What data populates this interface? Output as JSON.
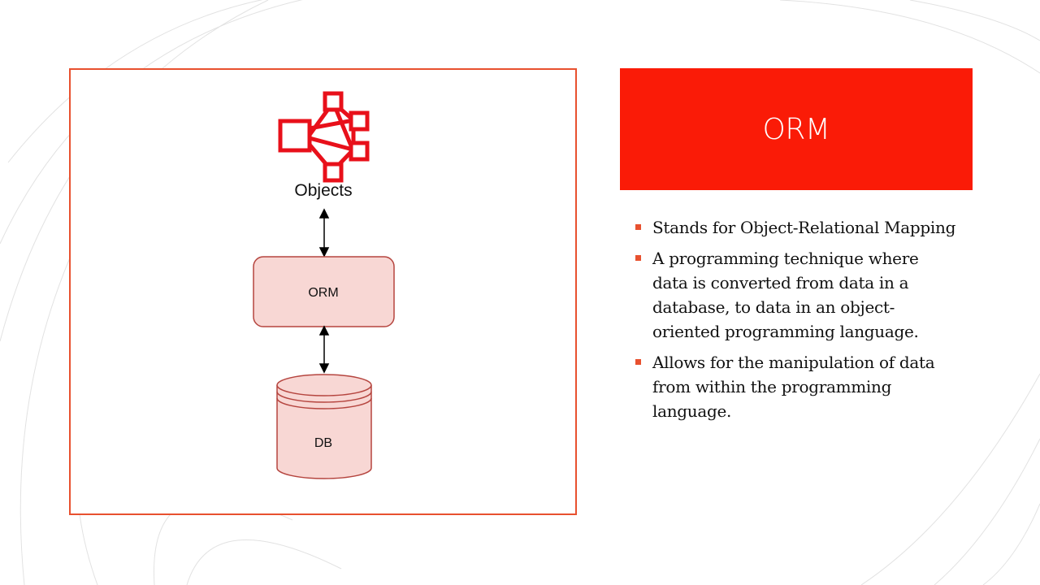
{
  "slide": {
    "title": "ORM",
    "bullets": [
      "Stands for Object-Relational Mapping",
      "A programming technique where data is converted from data in a database, to data in an object-oriented programming language.",
      "Allows for the manipulation of data from within the programming language."
    ]
  },
  "diagram": {
    "nodes": {
      "objects": "Objects",
      "orm": "ORM",
      "db": "DB"
    },
    "icons": {
      "objects": "network-objects-icon",
      "db": "database-cylinder-icon"
    },
    "colors": {
      "frame_border": "#e8512f",
      "objects_icon": "#e8101a",
      "node_fill": "#f8d7d4",
      "node_border": "#b5453f"
    }
  },
  "colors": {
    "title_background": "#fa1b07",
    "title_text": "#ffffff",
    "bullet_marker": "#e8512f"
  }
}
